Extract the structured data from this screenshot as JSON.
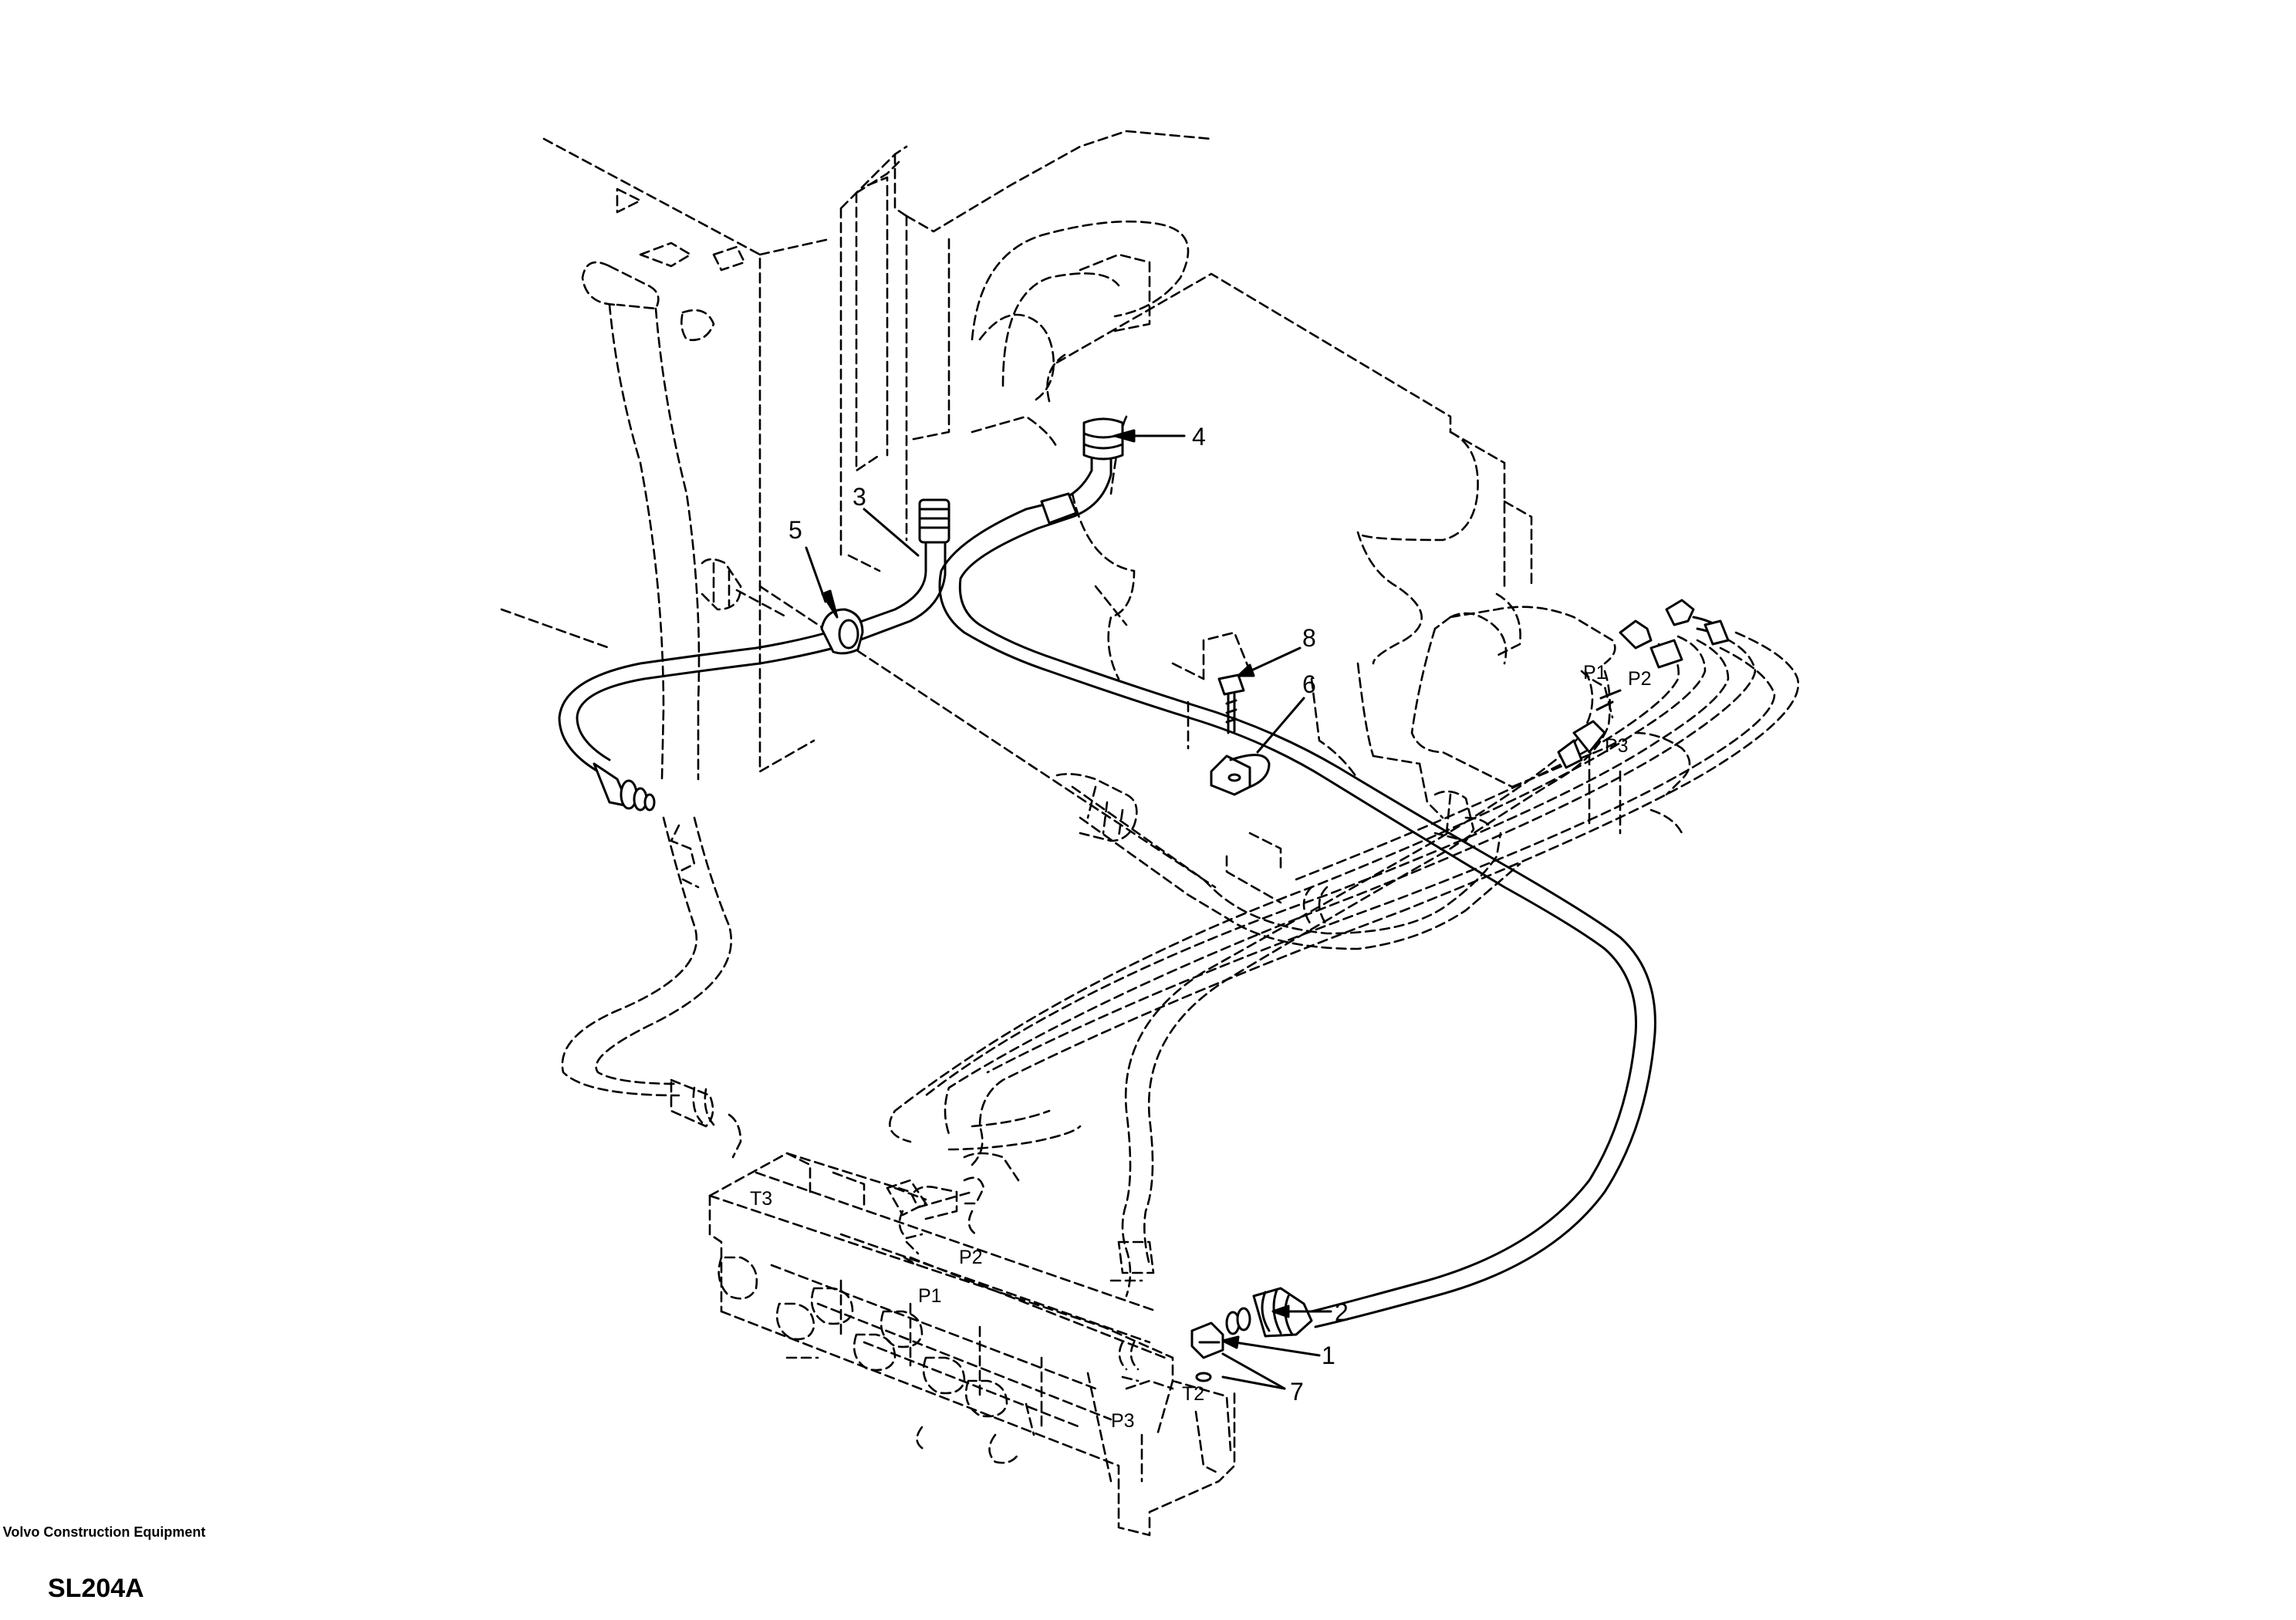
{
  "footer": {
    "company": "Volvo Construction Equipment",
    "drawing_code": "SL204A"
  },
  "callouts": {
    "c1": "1",
    "c2": "2",
    "c3": "3",
    "c4": "4",
    "c5": "5",
    "c6": "6",
    "c7": "7",
    "c8": "8"
  },
  "ports": {
    "t3": "T3",
    "p2_valve": "P2",
    "p1_valve": "P1",
    "p3_valve": "P3",
    "t2": "T2",
    "p1_top": "P1",
    "p2_top": "P2",
    "p3_top": "P3"
  }
}
